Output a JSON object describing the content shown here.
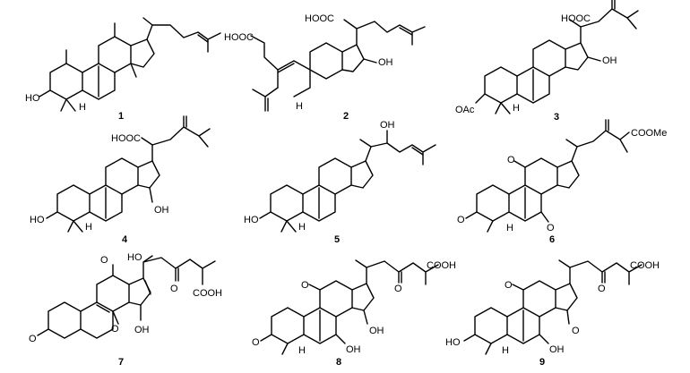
{
  "compounds": [
    {
      "number": "1",
      "labels": [
        "HO",
        "H"
      ]
    },
    {
      "number": "2",
      "labels": [
        "HOOC",
        "HOOC",
        "OH",
        "H"
      ]
    },
    {
      "number": "3",
      "labels": [
        "HOOC",
        "OH",
        "OAc",
        "H"
      ]
    },
    {
      "number": "4",
      "labels": [
        "HOOC",
        "HO",
        "H",
        "OH"
      ]
    },
    {
      "number": "5",
      "labels": [
        "OH",
        "HO",
        "H"
      ]
    },
    {
      "number": "6",
      "labels": [
        "O",
        "COOMe",
        "O",
        "O",
        "H"
      ]
    },
    {
      "number": "7",
      "labels": [
        "HO",
        "O",
        "O",
        "COOH",
        "O",
        "O",
        "OH"
      ]
    },
    {
      "number": "8",
      "labels": [
        "COOH",
        "O",
        "O",
        "O",
        "OH",
        "OH",
        "H"
      ]
    },
    {
      "number": "9",
      "labels": [
        "COOH",
        "O",
        "O",
        "HO",
        "H",
        "OH",
        "O"
      ]
    }
  ]
}
